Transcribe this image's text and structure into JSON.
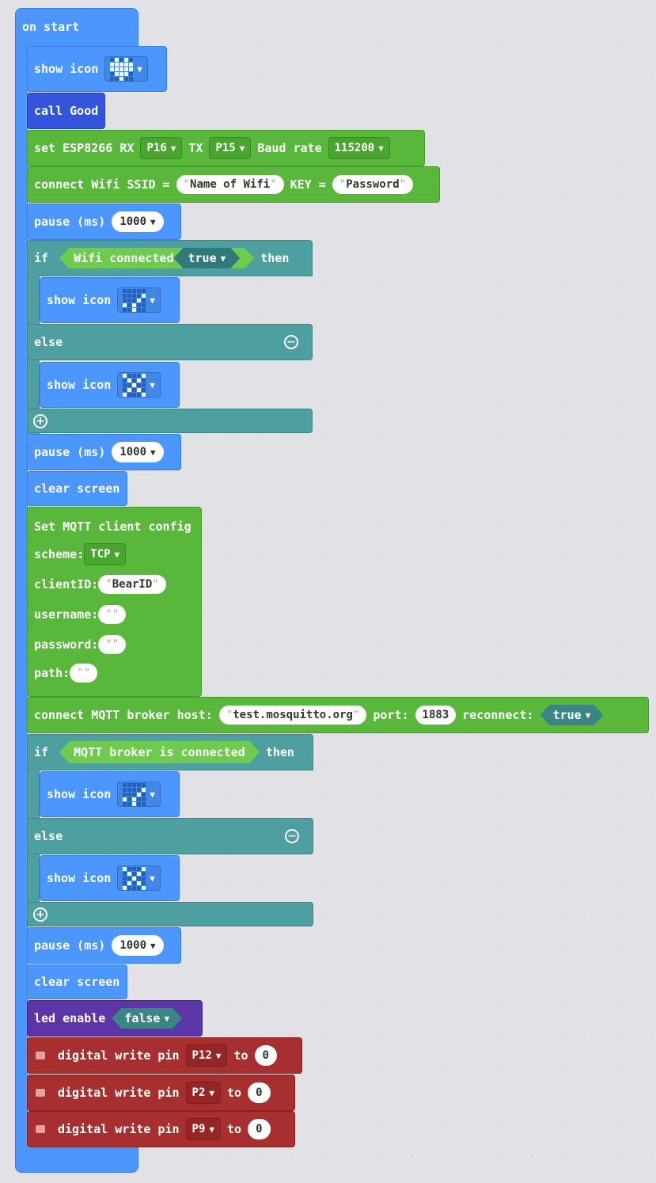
{
  "on_start": "on start",
  "show_icon": "show icon",
  "call_good": "call Good",
  "esp": {
    "set": "set ESP8266 RX",
    "rx": "P16",
    "tx_label": "TX",
    "tx": "P15",
    "baud_label": "Baud rate",
    "baud": "115200"
  },
  "wifi": {
    "label": "connect Wifi SSID =",
    "ssid": "Name of Wifi",
    "key_label": "KEY =",
    "key": "Password"
  },
  "pause": {
    "label": "pause (ms)",
    "value": "1000"
  },
  "if_label": "if",
  "then_label": "then",
  "else_label": "else",
  "wifi_connected": {
    "label": "Wifi connected",
    "value": "true"
  },
  "clear_screen": "clear screen",
  "mqtt_config": {
    "title": "Set MQTT client config",
    "scheme_label": "scheme:",
    "scheme": "TCP",
    "clientid_label": "clientID:",
    "clientid": "BearID",
    "username_label": "username:",
    "username": "",
    "password_label": "password:",
    "password": "",
    "path_label": "path:",
    "path": ""
  },
  "mqtt_connect": {
    "label": "connect MQTT broker host:",
    "host": "test.mosquitto.org",
    "port_label": "port:",
    "port": "1883",
    "reconnect_label": "reconnect:",
    "reconnect": "true"
  },
  "mqtt_is_connected": "MQTT broker is connected",
  "led_enable": {
    "label": "led enable",
    "value": "false"
  },
  "digital_write": {
    "label": "digital write pin",
    "to": "to",
    "rows": [
      {
        "pin": "P12",
        "value": "0"
      },
      {
        "pin": "P2",
        "value": "0"
      },
      {
        "pin": "P9",
        "value": "0"
      }
    ]
  },
  "colors": {
    "blue": "#4c97ff",
    "green": "#59b73b",
    "teal": "#4d9fa0",
    "navy": "#3455db",
    "purple": "#5c35a6",
    "red": "#a82f2f"
  },
  "icons": {
    "heart": "heart-icon",
    "yes": "yes-icon",
    "no": "no-icon"
  }
}
